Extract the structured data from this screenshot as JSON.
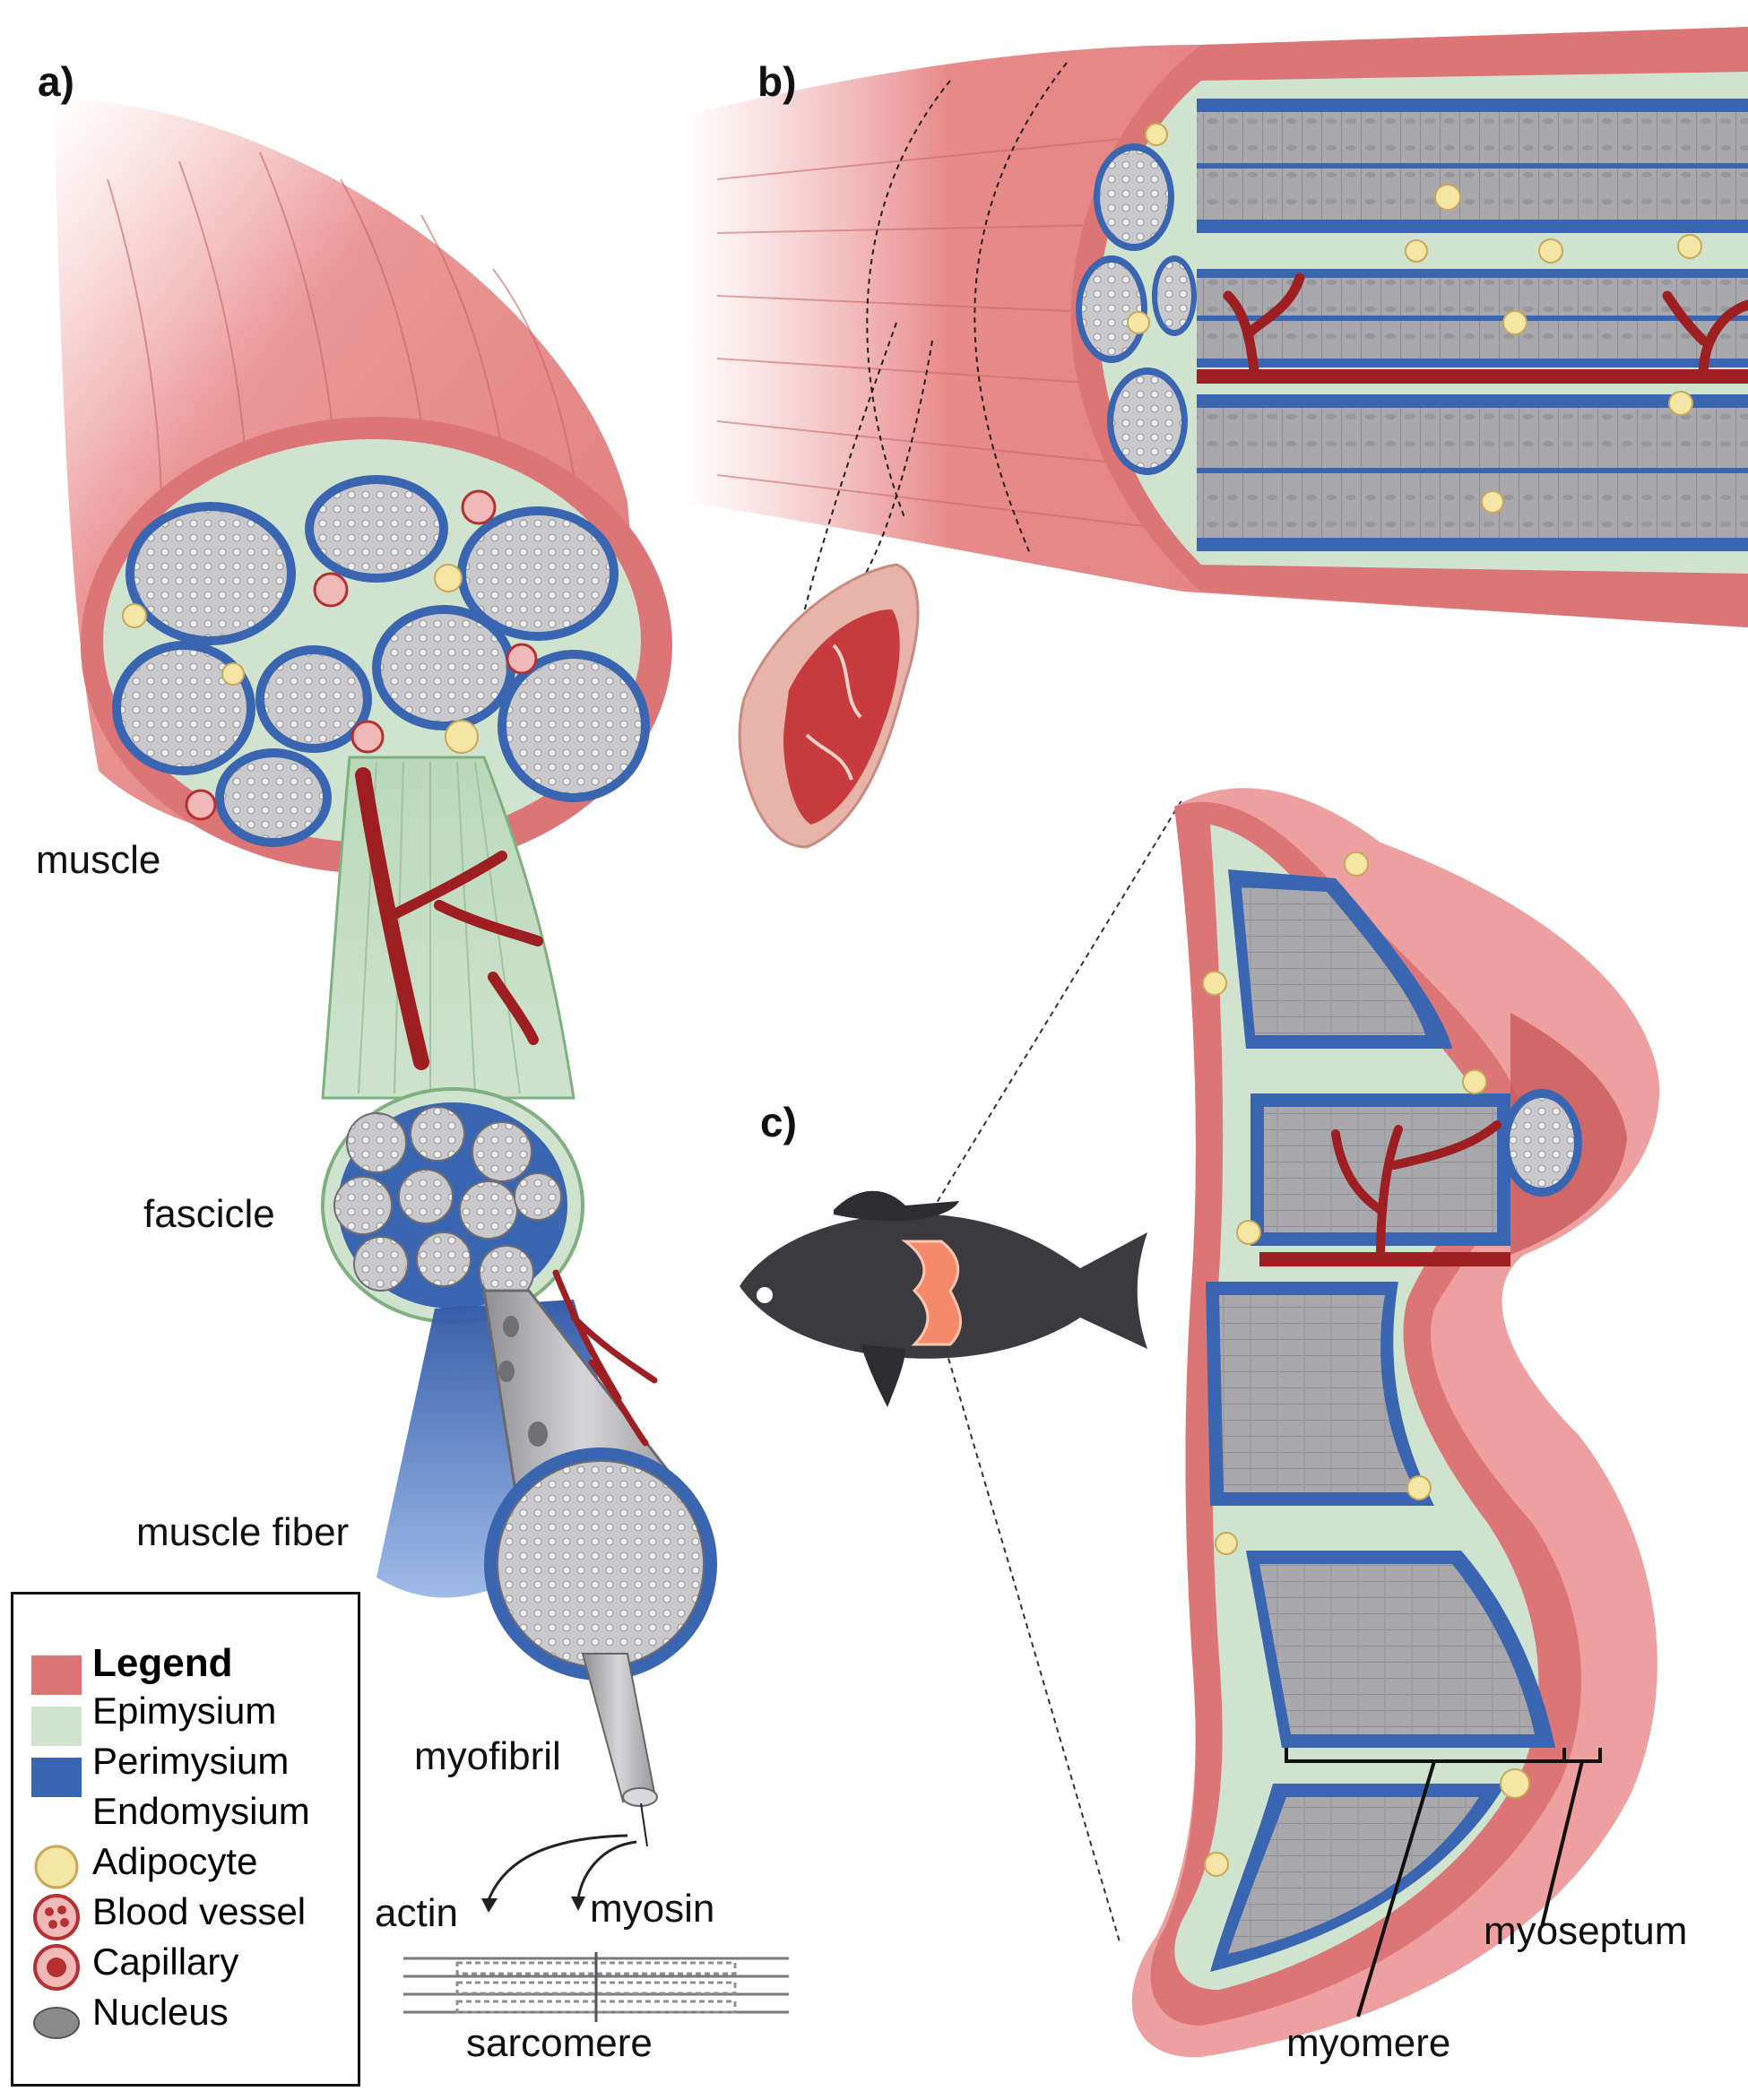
{
  "panels": {
    "a": "a)",
    "b": "b)",
    "c": "c)"
  },
  "labels": {
    "muscle": "muscle",
    "fascicle": "fascicle",
    "muscle_fiber": "muscle fiber",
    "myofibril": "myofibril",
    "actin": "actin",
    "myosin": "myosin",
    "sarcomere": "sarcomere",
    "myoseptum": "myoseptum",
    "myomere": "myomere"
  },
  "legend": {
    "title": "Legend",
    "items": [
      {
        "label": "Epimysium",
        "color": "#dc7676",
        "icon": "epimysium-swatch"
      },
      {
        "label": "Perimysium",
        "color": "#cfe3cf",
        "icon": "perimysium-swatch"
      },
      {
        "label": "Endomysium",
        "color": "#3a65b0",
        "icon": "endomysium-swatch"
      },
      {
        "label": "Adipocyte",
        "color": "#f6e6a6",
        "icon": "adipocyte-icon"
      },
      {
        "label": "Blood vessel",
        "color": "#c63a3a",
        "icon": "blood-vessel-icon"
      },
      {
        "label": "Capillary",
        "color": "#c63a3a",
        "icon": "capillary-icon"
      },
      {
        "label": "Nucleus",
        "color": "#8a8a8a",
        "icon": "nucleus-icon"
      }
    ]
  },
  "colors": {
    "epimysium": "#dc7676",
    "epimysium_light": "#eea0a0",
    "perimysium": "#cfe3cf",
    "endomysium": "#3a65b0",
    "fiber": "#a9a9ad",
    "vessel": "#9e1f22",
    "fat": "#f6e6a6",
    "fish": "#3b3b3f",
    "fillet": "#f58a6a"
  }
}
